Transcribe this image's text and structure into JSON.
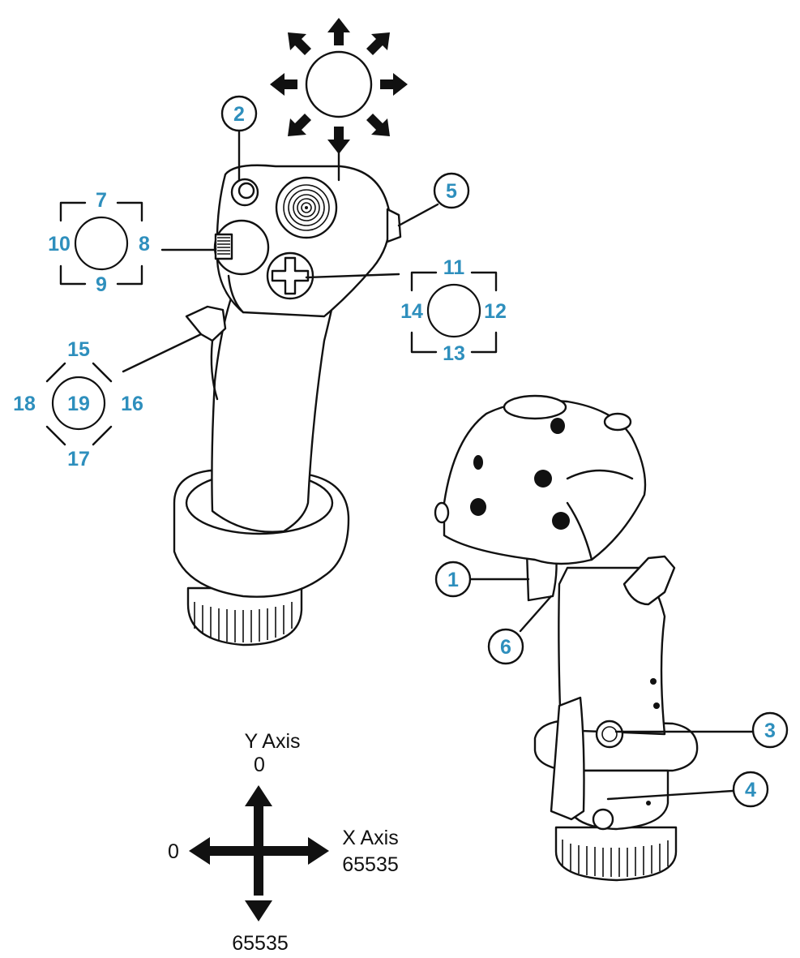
{
  "callouts": {
    "c1": "1",
    "c2": "2",
    "c3": "3",
    "c4": "4",
    "c5": "5",
    "c6": "6"
  },
  "hat_left": {
    "up": "7",
    "right": "8",
    "down": "9",
    "left": "10"
  },
  "hat_right": {
    "up": "11",
    "right": "12",
    "down": "13",
    "left": "14"
  },
  "hat_trigger": {
    "up": "15",
    "right": "16",
    "down": "17",
    "left": "18",
    "center": "19"
  },
  "axes": {
    "y_label": "Y Axis",
    "y_min": "0",
    "y_max": "65535",
    "x_label": "X Axis",
    "x_min": "0",
    "x_max": "65535"
  },
  "colors": {
    "label_blue": "#2e8fbd",
    "ink": "#111111"
  }
}
